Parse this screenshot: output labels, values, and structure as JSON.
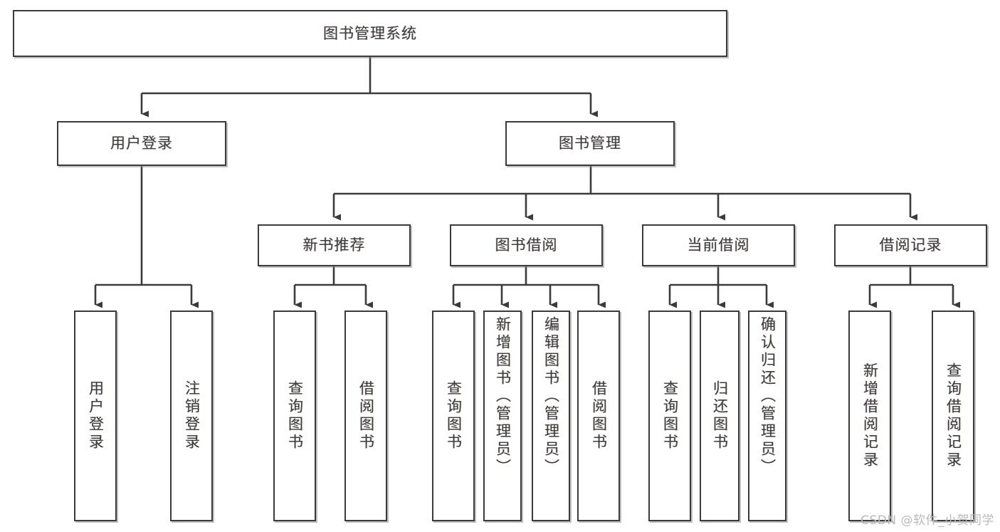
{
  "diagram": {
    "type": "tree-hierarchy",
    "title": "图书管理系统",
    "orientation": "top-down",
    "colors": {
      "box_border": "#3b3b3b",
      "box_fill": "#ffffff",
      "text": "#3d3d3d",
      "connector": "#3b3b3b",
      "watermark": "#b9b9b9",
      "background": "#ffffff"
    }
  },
  "root": {
    "label": "图书管理系统"
  },
  "level2": [
    {
      "label": "用户登录"
    },
    {
      "label": "图书管理"
    }
  ],
  "level3": [
    {
      "label": "新书推荐"
    },
    {
      "label": "图书借阅"
    },
    {
      "label": "当前借阅"
    },
    {
      "label": "借阅记录"
    }
  ],
  "leaves": {
    "user_login": [
      {
        "label": "用户登录"
      },
      {
        "label": "注销登录"
      }
    ],
    "new_book_recommend": [
      {
        "label": "查询图书"
      },
      {
        "label": "借阅图书"
      }
    ],
    "book_borrow": [
      {
        "label": "查询图书"
      },
      {
        "label": "新增图书（管理员）"
      },
      {
        "label": "编辑图书（管理员）"
      },
      {
        "label": "借阅图书"
      }
    ],
    "current_borrow": [
      {
        "label": "查询图书"
      },
      {
        "label": "归还图书"
      },
      {
        "label": "确认归还（管理员）"
      }
    ],
    "borrow_record": [
      {
        "label": "新增借阅记录"
      },
      {
        "label": "查询借阅记录"
      }
    ]
  },
  "watermark": {
    "text": "CSDN @软件_小贺同学"
  }
}
